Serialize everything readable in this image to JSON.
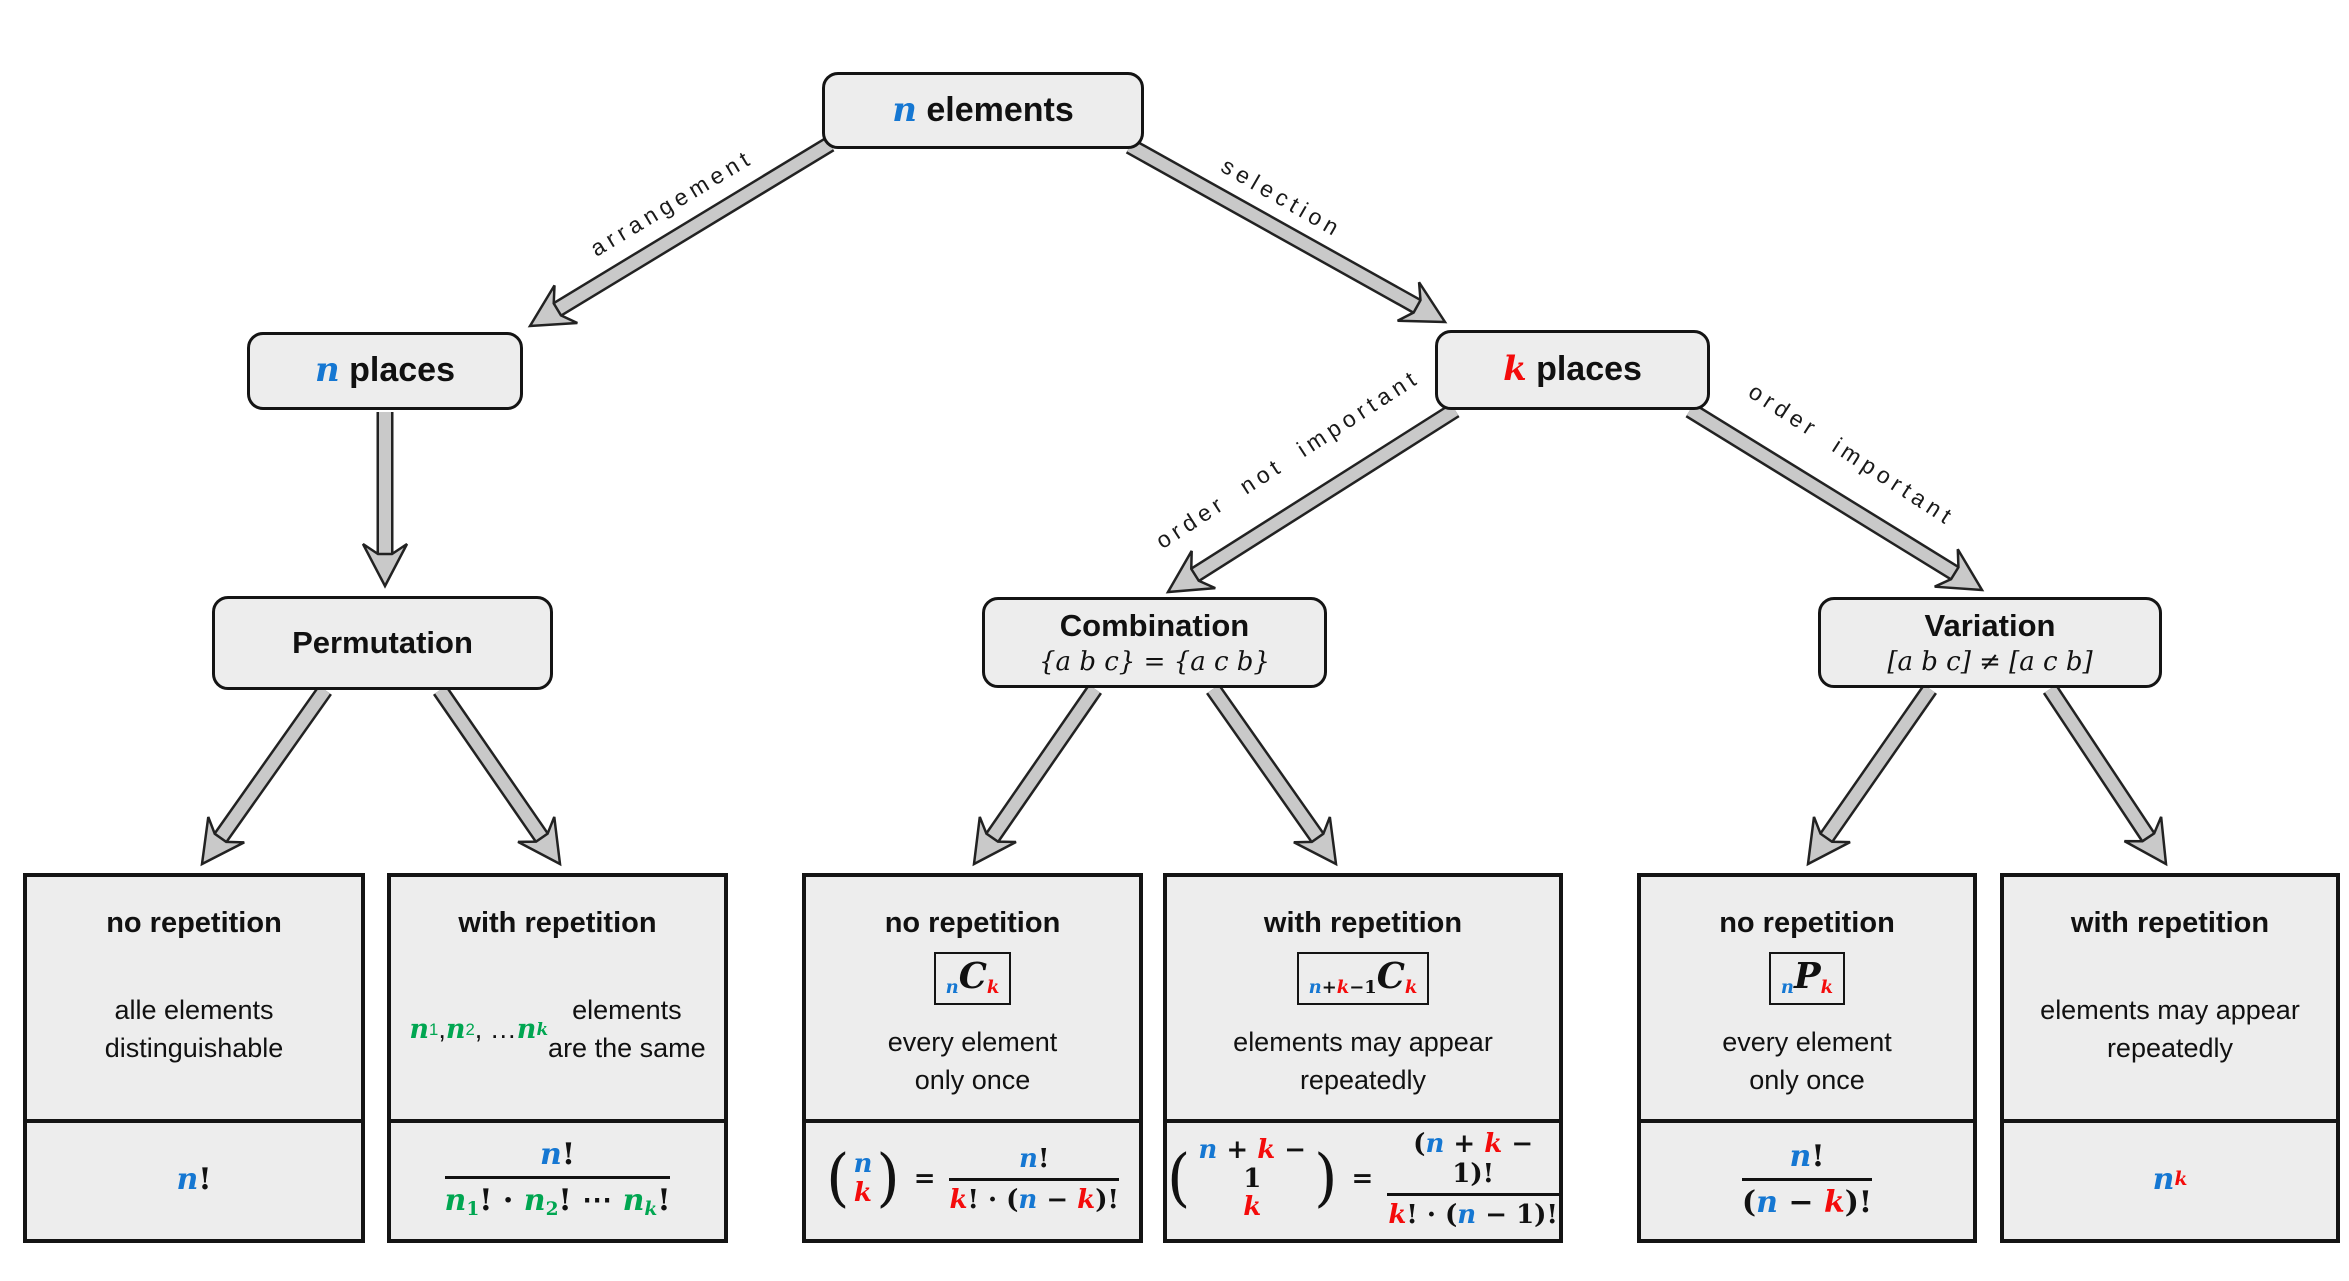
{
  "colors": {
    "blue": "#1577d2",
    "red": "#f40b0b",
    "green": "#00a651",
    "box_fill": "#ededed",
    "box_border": "#141414",
    "arrow_fill": "#c9c9c9",
    "arrow_stroke": "#222222"
  },
  "nodes": {
    "root": {
      "tokens": [
        {
          "t": "n",
          "c": "b it"
        },
        {
          "t": " elements"
        }
      ]
    },
    "n_places": {
      "tokens": [
        {
          "t": "n",
          "c": "b it"
        },
        {
          "t": " places"
        }
      ]
    },
    "k_places": {
      "tokens": [
        {
          "t": "k",
          "c": "r it"
        },
        {
          "t": " places"
        }
      ]
    },
    "permutation": {
      "title": "Permutation"
    },
    "combination": {
      "title": "Combination",
      "subtitle": "{a b c} = {a c b}"
    },
    "variation": {
      "title": "Variation",
      "subtitle": "[a b c] ≠ [a c b]"
    }
  },
  "edges": {
    "arrangement": "arrangement",
    "selection": "selection",
    "order_not_important": "order not important",
    "order_important": "order important"
  },
  "leaves": [
    {
      "title": "no repetition",
      "desc": "alle elements\ndistinguishable",
      "formula": [
        {
          "t": "n",
          "c": "b it"
        },
        {
          "t": "!"
        }
      ]
    },
    {
      "title": "with repetition",
      "desc_tokens": [
        {
          "t": "n",
          "c": "g it"
        },
        {
          "t": "1",
          "c": "g sub"
        },
        {
          "t": ", "
        },
        {
          "t": "n",
          "c": "g it"
        },
        {
          "t": "2",
          "c": "g sub"
        },
        {
          "t": ", … "
        },
        {
          "t": "n",
          "c": "g it"
        },
        {
          "t": "k",
          "c": "g sub it"
        },
        {
          "t": " elements\nare the same"
        }
      ],
      "frac_top": [
        {
          "t": "n",
          "c": "b it"
        },
        {
          "t": "!"
        }
      ],
      "frac_bottom": [
        {
          "t": "n",
          "c": "g it"
        },
        {
          "t": "1",
          "c": "g sub"
        },
        {
          "t": "! · "
        },
        {
          "t": "n",
          "c": "g it"
        },
        {
          "t": "2",
          "c": "g sub"
        },
        {
          "t": "! ⋯ "
        },
        {
          "t": "n",
          "c": "g it"
        },
        {
          "t": "k",
          "c": "g sub it"
        },
        {
          "t": "!"
        }
      ]
    },
    {
      "title": "no repetition",
      "symbol": [
        {
          "t": "n",
          "c": "b sub it"
        },
        {
          "t": "C",
          "c": "it big"
        },
        {
          "t": "k",
          "c": "r sub it"
        }
      ],
      "desc": "every element\nonly once",
      "binom_top": [
        {
          "t": "n",
          "c": "b it"
        }
      ],
      "binom_bottom": [
        {
          "t": "k",
          "c": "r it"
        }
      ],
      "equals": "=",
      "frac_top": [
        {
          "t": "n",
          "c": "b it"
        },
        {
          "t": "!"
        }
      ],
      "frac_bottom": [
        {
          "t": "k",
          "c": "r it"
        },
        {
          "t": "! · ("
        },
        {
          "t": "n",
          "c": "b it"
        },
        {
          "t": " − "
        },
        {
          "t": "k",
          "c": "r it"
        },
        {
          "t": ")!"
        }
      ]
    },
    {
      "title": "with repetition",
      "symbol": [
        {
          "t": "n",
          "c": "b sub it"
        },
        {
          "t": "+",
          "c": "sub"
        },
        {
          "t": "k",
          "c": "r sub it"
        },
        {
          "t": "−1",
          "c": "sub"
        },
        {
          "t": "C",
          "c": "it big"
        },
        {
          "t": "k",
          "c": "r sub it"
        }
      ],
      "desc": "elements may appear\nrepeatedly",
      "binom_top": [
        {
          "t": "n",
          "c": "b it"
        },
        {
          "t": " + "
        },
        {
          "t": "k",
          "c": "r it"
        },
        {
          "t": " − 1"
        }
      ],
      "binom_bottom": [
        {
          "t": "k",
          "c": "r it"
        }
      ],
      "equals": "=",
      "frac_top": [
        {
          "t": "("
        },
        {
          "t": "n",
          "c": "b it"
        },
        {
          "t": " + "
        },
        {
          "t": "k",
          "c": "r it"
        },
        {
          "t": " − 1)!"
        }
      ],
      "frac_bottom": [
        {
          "t": "k",
          "c": "r it"
        },
        {
          "t": "! · ("
        },
        {
          "t": "n",
          "c": "b it"
        },
        {
          "t": " − 1)!"
        }
      ]
    },
    {
      "title": "no repetition",
      "symbol": [
        {
          "t": "n",
          "c": "b sub it"
        },
        {
          "t": "P",
          "c": "it big"
        },
        {
          "t": "k",
          "c": "r sub it"
        }
      ],
      "desc": "every element\nonly once",
      "frac_top": [
        {
          "t": "n",
          "c": "b it"
        },
        {
          "t": "!"
        }
      ],
      "frac_bottom": [
        {
          "t": "("
        },
        {
          "t": "n",
          "c": "b it"
        },
        {
          "t": " − "
        },
        {
          "t": "k",
          "c": "r it"
        },
        {
          "t": ")!"
        }
      ]
    },
    {
      "title": "with repetition",
      "desc": "elements may appear\nrepeatedly",
      "formula": [
        {
          "t": "n",
          "c": "b it"
        },
        {
          "t": "k",
          "c": "r sup it"
        }
      ]
    }
  ]
}
